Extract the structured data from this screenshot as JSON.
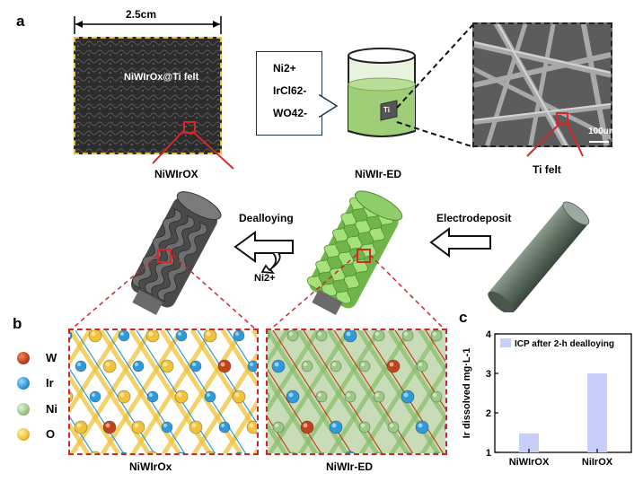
{
  "panels": {
    "a": "a",
    "b": "b",
    "c": "c"
  },
  "top_row": {
    "scale_label": "2.5cm",
    "photo_caption": "NiWIrOx@Ti felt",
    "photo_label": "NiWIrOX",
    "solution_ions": [
      "Ni2+",
      "IrCl62-",
      "WO42-"
    ],
    "beaker_label": "NiWIr-ED",
    "beaker_chip": "Ti",
    "sem_scale": "100um",
    "sem_label": "Ti felt"
  },
  "middle_row": {
    "dealloying_label": "Dealloying",
    "dealloying_ion": "Ni2+",
    "electrodeposit_label": "Electrodeposit"
  },
  "legend": [
    {
      "symbol": "W",
      "color": "#c0441c"
    },
    {
      "symbol": "Ir",
      "color": "#2e9ad8"
    },
    {
      "symbol": "Ni",
      "color": "#9cc987"
    },
    {
      "symbol": "O",
      "color": "#f0c33a"
    }
  ],
  "lattice_labels": {
    "left": "NiWIrOx",
    "right": "NiWIr-ED"
  },
  "chart_data": {
    "type": "bar",
    "categories": [
      "NiWIrOX",
      "NiIrOX"
    ],
    "values": [
      1.48,
      3.0
    ],
    "ylabel": "Ir dissolved mg·L-1",
    "ylim": [
      1,
      4
    ],
    "yticks": [
      1,
      2,
      3,
      4
    ],
    "legend": "ICP after 2-h dealloying",
    "bar_color": "#c7cef8"
  }
}
